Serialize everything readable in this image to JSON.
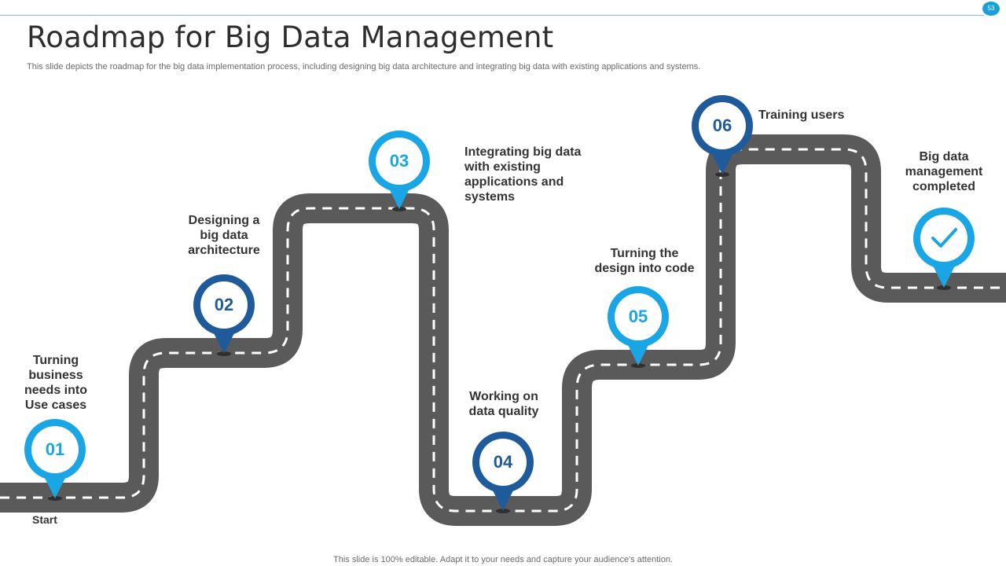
{
  "slide": {
    "page_number": "53",
    "title": "Roadmap for Big Data Management",
    "subtitle": "This slide depicts the roadmap for the big data implementation process, including designing big data architecture and integrating big data with existing applications and systems.",
    "footer": "This slide is 100% editable. Adapt it to your needs and capture your audience's attention."
  },
  "roadmap": {
    "start_label": "Start",
    "colors": {
      "road": "#5a5a5a",
      "lane_marking": "#ffffff",
      "pin_light": "#1aa6e4",
      "pin_dark": "#1f5b9b",
      "text": "#333333"
    },
    "steps": [
      {
        "number": "01",
        "label": "Turning business needs into Use cases",
        "pin_color": "light"
      },
      {
        "number": "02",
        "label": "Designing a big data architecture",
        "pin_color": "dark"
      },
      {
        "number": "03",
        "label": "Integrating big data with existing applications and systems",
        "pin_color": "light"
      },
      {
        "number": "04",
        "label": "Working on data quality",
        "pin_color": "dark"
      },
      {
        "number": "05",
        "label": "Turning the design into code",
        "pin_color": "light"
      },
      {
        "number": "06",
        "label": "Training users",
        "pin_color": "dark"
      }
    ],
    "final": {
      "label": "Big data management completed",
      "icon": "checkmark-icon",
      "pin_color": "light"
    }
  }
}
